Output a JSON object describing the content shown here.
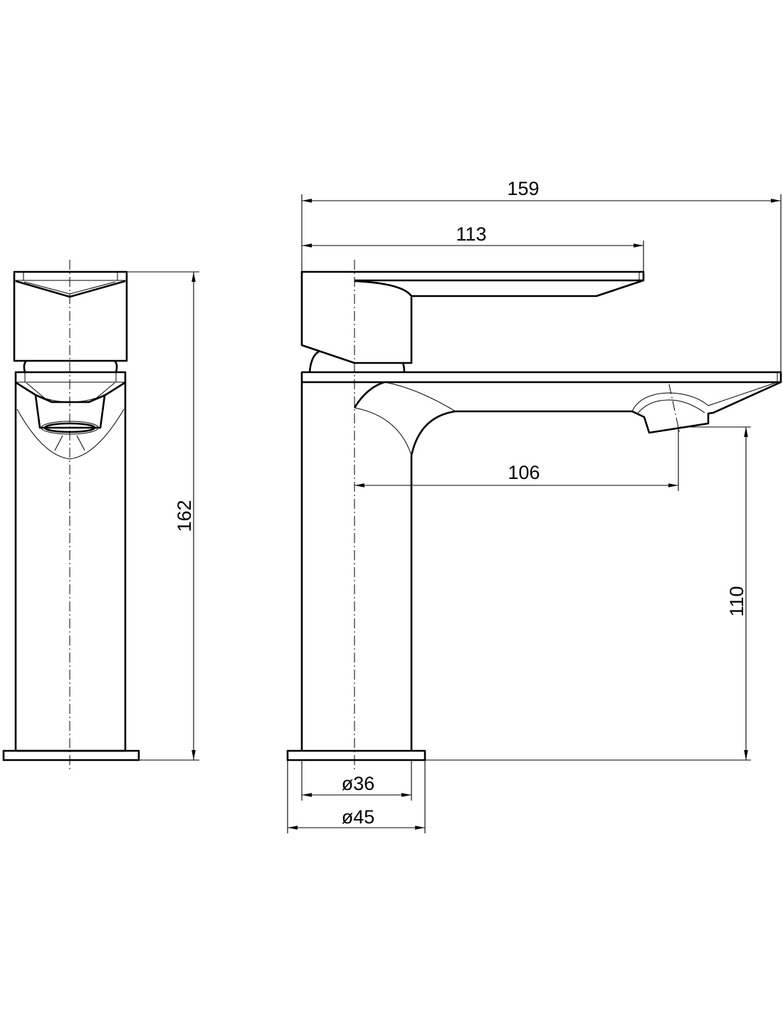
{
  "drawing": {
    "dimensions": {
      "overall_length": "159",
      "lever_length": "113",
      "spout_reach": "106",
      "spout_height": "110",
      "total_height": "162",
      "body_diameter": "ø36",
      "base_diameter": "ø45"
    },
    "colors": {
      "line": "#000000",
      "background": "#ffffff"
    }
  }
}
